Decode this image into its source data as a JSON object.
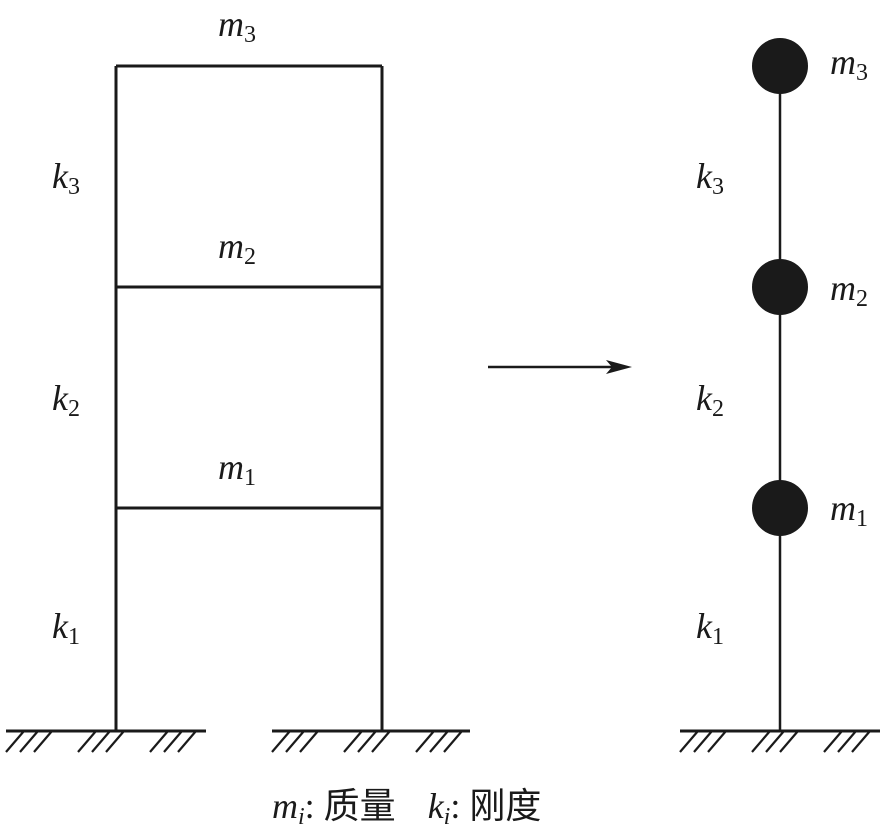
{
  "frame": {
    "masses": [
      {
        "base": "m",
        "sub": "3"
      },
      {
        "base": "m",
        "sub": "2"
      },
      {
        "base": "m",
        "sub": "1"
      }
    ],
    "stiffnesses": [
      {
        "base": "k",
        "sub": "3"
      },
      {
        "base": "k",
        "sub": "2"
      },
      {
        "base": "k",
        "sub": "1"
      }
    ]
  },
  "model": {
    "masses": [
      {
        "base": "m",
        "sub": "3"
      },
      {
        "base": "m",
        "sub": "2"
      },
      {
        "base": "m",
        "sub": "1"
      }
    ],
    "stiffnesses": [
      {
        "base": "k",
        "sub": "3"
      },
      {
        "base": "k",
        "sub": "2"
      },
      {
        "base": "k",
        "sub": "1"
      }
    ]
  },
  "legend": {
    "mass_symbol": "m",
    "mass_sub": "i",
    "mass_text": ": 质量",
    "stiffness_symbol": "k",
    "stiffness_sub": "i",
    "stiffness_text": ": 刚度"
  },
  "colors": {
    "ink": "#1a1a1a",
    "background": "#ffffff"
  }
}
